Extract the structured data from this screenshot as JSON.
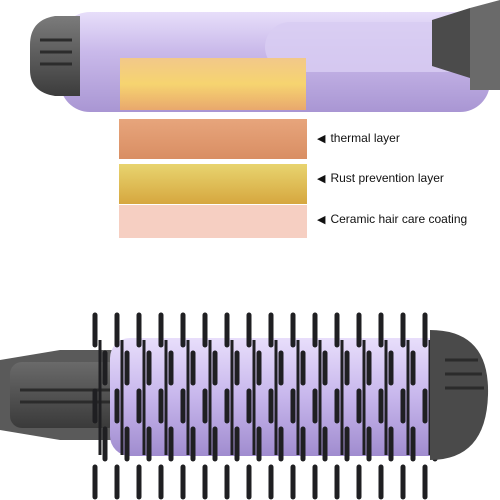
{
  "layers": [
    {
      "name": "thermal",
      "label": "thermal layer",
      "color": "#e09a6f"
    },
    {
      "name": "rust",
      "label": "Rust prevention layer",
      "color": "#e0bf55"
    },
    {
      "name": "ceramic",
      "label": "Ceramic hair care coating",
      "color": "#f6cfc2"
    }
  ],
  "colors": {
    "barrel": "#cdbfe8",
    "handle": "#5b5b5b",
    "bristle": "#1f1f22"
  },
  "icons": [
    "arrow-left-icon"
  ]
}
